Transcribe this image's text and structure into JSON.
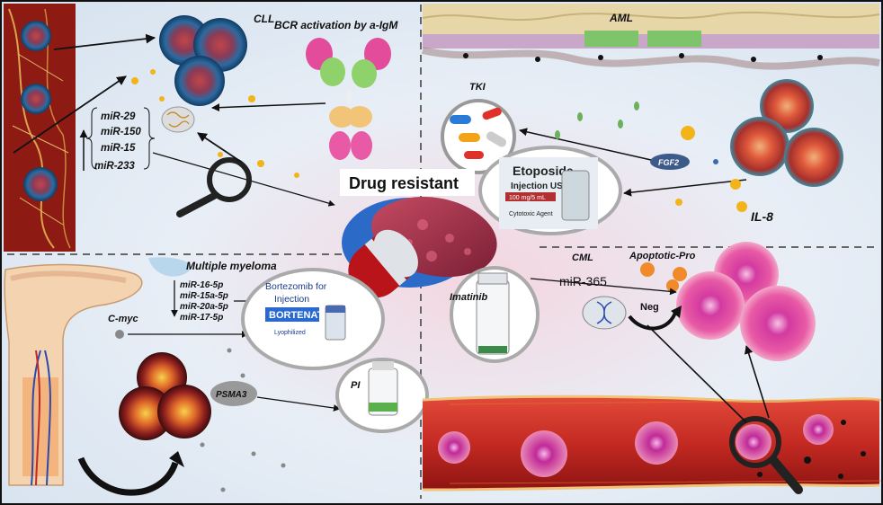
{
  "labels": {
    "cll": "CLL",
    "bcr": "BCR activation by a-IgM",
    "aml": "AML",
    "tki": "TKI",
    "fgf2": "FGF2",
    "il8": "IL-8",
    "drug_resistant": "Drug resistant",
    "cml": "CML",
    "apoptotic": "Apoptotic-Pro",
    "mir365": "miR-365",
    "neg": "Neg",
    "imatinib": "Imatinib",
    "multiple_myeloma": "Multiple myeloma",
    "cmyc": "C-myc",
    "psma3": "PSMA3",
    "pi": "PI"
  },
  "mirs_cll": [
    "miR-29",
    "miR-150",
    "miR-15",
    "miR-233"
  ],
  "mirs_mm": [
    "miR-16-5p",
    "miR-15a-5p",
    "miR-20a-5p",
    "miR-17-5p"
  ],
  "etoposide_box": {
    "name": "Etoposide",
    "sub": "Injection USP",
    "dose": "100 mg/5 mL",
    "agent": "Cytotoxic Agent"
  },
  "bortezomib_box": {
    "line1": "Bortezomib for",
    "line2": "Injection",
    "brand": "BORTENAT",
    "form": "Lyophilized"
  },
  "colors": {
    "vessel_red": "#b3201c",
    "cell_blue": "#2d6fa3",
    "cell_pink": "#e0368f",
    "bg_light": "#dfe9f3"
  }
}
